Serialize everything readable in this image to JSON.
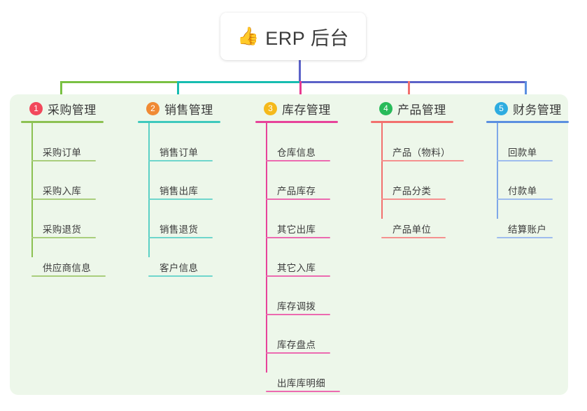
{
  "root": {
    "emoji": "👍",
    "emoji_name": "thumbs-up-icon",
    "title": "ERP 后台"
  },
  "colors": {
    "panel_bg": "#edf7ea",
    "page_bg": "#ffffff",
    "branch_green": "#7ac143",
    "branch_teal": "#17bdb0",
    "branch_purple": "#5b62c8",
    "branch_pink": "#e8398f",
    "branch_red": "#f2706e",
    "branch_blue": "#5b8fe0",
    "badge_1": "#f2485b",
    "badge_2": "#f08a34",
    "badge_3": "#f5b91b",
    "badge_4": "#28bb5a",
    "badge_5": "#2eace0"
  },
  "columns": [
    {
      "index": "1",
      "badge_color": "#f2485b",
      "line_color": "#8cc152",
      "title": "采购管理",
      "items": [
        "采购订单",
        "采购入库",
        "采购退货",
        "供应商信息"
      ]
    },
    {
      "index": "2",
      "badge_color": "#f08a34",
      "line_color": "#3ec9bd",
      "title": "销售管理",
      "items": [
        "销售订单",
        "销售出库",
        "销售退货",
        "客户信息"
      ]
    },
    {
      "index": "3",
      "badge_color": "#f5b91b",
      "line_color": "#e7439a",
      "title": "库存管理",
      "items": [
        "仓库信息",
        "产品库存",
        "其它出库",
        "其它入库",
        "库存调拨",
        "库存盘点",
        "出库库明细"
      ]
    },
    {
      "index": "4",
      "badge_color": "#28bb5a",
      "line_color": "#f2706e",
      "title": "产品管理",
      "items": [
        "产品（物料）",
        "产品分类",
        "产品单位"
      ]
    },
    {
      "index": "5",
      "badge_color": "#2eace0",
      "line_color": "#5b8fe0",
      "title": "财务管理",
      "items": [
        "回款单",
        "付款单",
        "结算账户"
      ]
    }
  ]
}
